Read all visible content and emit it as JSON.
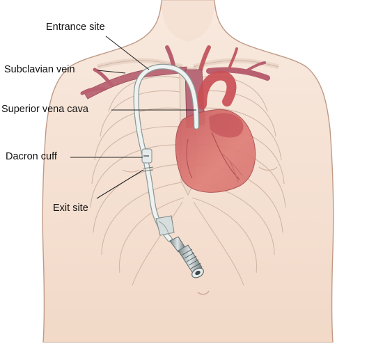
{
  "labels": {
    "entrance_site": "Entrance site",
    "subclavian_vein": "Subclavian vein",
    "superior_vena_cava": "Superior vena cava",
    "dacron_cuff": "Dacron cuff",
    "exit_site": "Exit site"
  },
  "colors": {
    "skin": "#f6e3d6",
    "skin_outline": "#bf9a86",
    "rib": "#e9d4c4",
    "rib_outline": "#cdb3a2",
    "vessel": "#b85f70",
    "heart": "#d56e6a",
    "heart_dark": "#a84a4c",
    "catheter": "#eef2f1",
    "catheter_outline": "#8d9896",
    "leader_line": "#222222"
  }
}
